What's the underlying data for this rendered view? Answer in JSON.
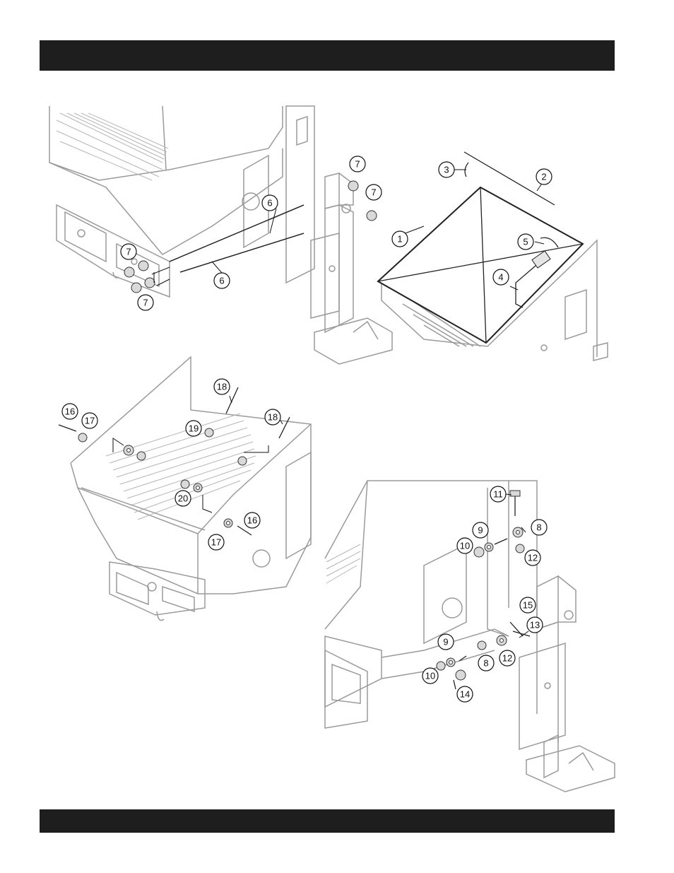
{
  "page": {
    "header_bar_color": "#1e1e1e",
    "footer_bar_color": "#1e1e1e"
  },
  "callouts": {
    "c1": "1",
    "c2": "2",
    "c3": "3",
    "c4": "4",
    "c5": "5",
    "c6": "6",
    "c7": "7",
    "c8": "8",
    "c9": "9",
    "c10": "10",
    "c11": "11",
    "c12": "12",
    "c13": "13",
    "c14": "14",
    "c15": "15",
    "c16": "16",
    "c17": "17",
    "c18": "18",
    "c19": "19",
    "c20": "20"
  }
}
